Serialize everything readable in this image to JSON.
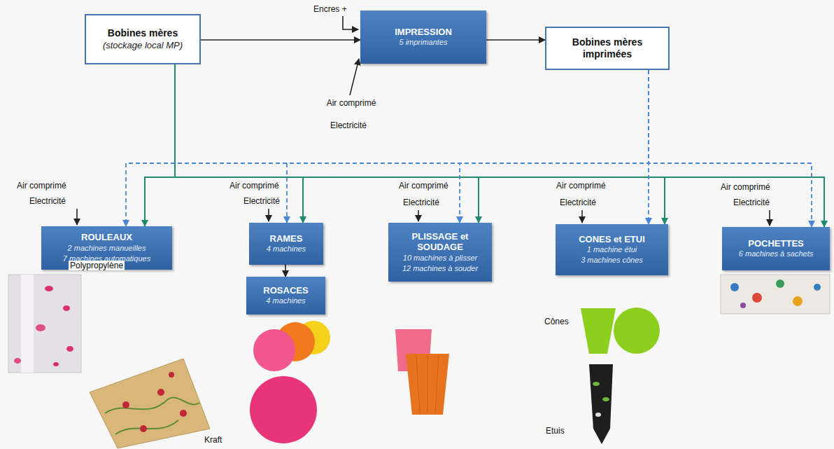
{
  "diagram": {
    "nodes": [
      {
        "text": [
          "Bobines mères",
          "(stockage local MP)"
        ]
      },
      {
        "text": [
          "IMPRESSION",
          "5 imprimantes"
        ]
      },
      {
        "text": [
          "Bobines mères imprimées"
        ]
      },
      {
        "text": [
          "ROULEAUX",
          "2 machines manueilles",
          "7 machines automatiques"
        ]
      },
      {
        "text": [
          "RAMES",
          "4 machines"
        ]
      },
      {
        "text": [
          "ROSACES",
          "4 machines"
        ]
      },
      {
        "text": [
          "PLISSAGE et SOUDAGE",
          "10 machines à plisser",
          "12 machines à souder"
        ]
      },
      {
        "text": [
          "CONES et ETUI",
          "1 machine étui",
          "3 machines cônes"
        ]
      },
      {
        "text": [
          "POCHETTES",
          "6 machines à sachets"
        ]
      }
    ],
    "edges": [
      {
        "from": 0,
        "to": 1,
        "arrow": "to"
      },
      {
        "from": 1,
        "to": 2,
        "arrow": "to"
      },
      {
        "from": 0,
        "to": 3,
        "arrow": "to"
      },
      {
        "from": 0,
        "to": 4,
        "arrow": "to"
      },
      {
        "from": 0,
        "to": 6,
        "arrow": "to"
      },
      {
        "from": 0,
        "to": 7,
        "arrow": "to"
      },
      {
        "from": 0,
        "to": 8,
        "arrow": "to"
      },
      {
        "from": 2,
        "to": 3,
        "arrow": "to"
      },
      {
        "from": 2,
        "to": 4,
        "arrow": "to"
      },
      {
        "from": 2,
        "to": 6,
        "arrow": "to"
      },
      {
        "from": 2,
        "to": 7,
        "arrow": "to"
      },
      {
        "from": 2,
        "to": 8,
        "arrow": "to"
      },
      {
        "from": 4,
        "to": 5,
        "arrow": "to"
      }
    ],
    "labels": [
      "Encres +",
      "Air comprimé",
      "Electricité",
      "Air comprimé",
      "Electricité",
      "Air comprimé",
      "Electricité",
      "Air comprimé",
      "Electricité",
      "Air comprimé",
      "Electricité",
      "Air comprimé",
      "Electricité",
      "Polypropylène",
      "Kraft",
      "Cônes",
      "Etuis"
    ]
  }
}
